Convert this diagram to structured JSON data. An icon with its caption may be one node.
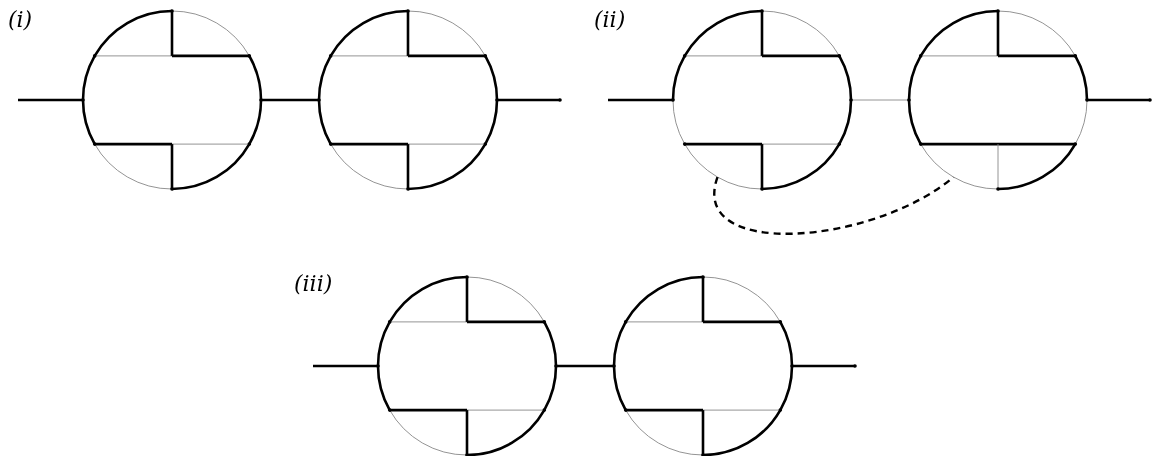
{
  "diagram": {
    "labels": [
      "(i)",
      "(ii)",
      "(iii)"
    ]
  }
}
